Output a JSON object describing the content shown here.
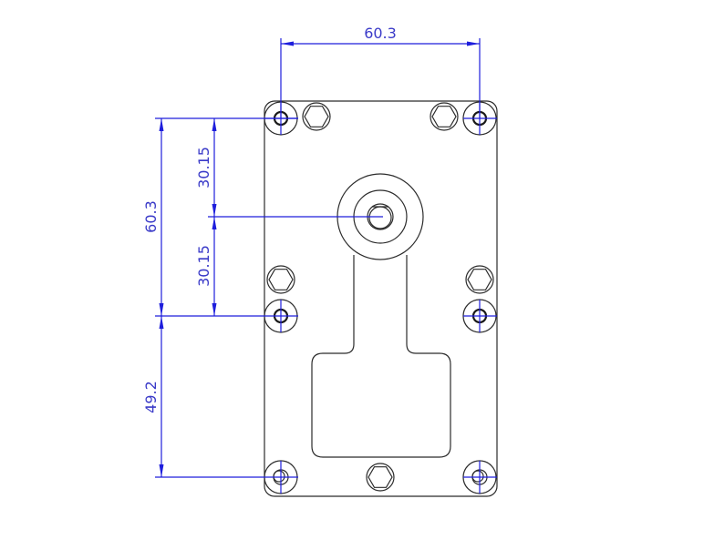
{
  "drawing": {
    "type": "technical-dimension-drawing",
    "subject": "gearmotor mounting plate",
    "units": "mm",
    "colors": {
      "outline": "#2b2b2b",
      "dimension": "#1e1edc",
      "dimension_text": "#3a3ac8",
      "background": "#ffffff"
    }
  },
  "dimensions": {
    "top_hole_spacing": "60.3",
    "left_hole_spacing": "60.3",
    "upper_half_to_shaft": "30.15",
    "lower_half_to_shaft": "30.15",
    "lower_hole_spacing": "49.2"
  },
  "features": {
    "mounting_holes": 6,
    "hex_bolts": 5,
    "output_shaft": "D-shaft with round boss"
  }
}
